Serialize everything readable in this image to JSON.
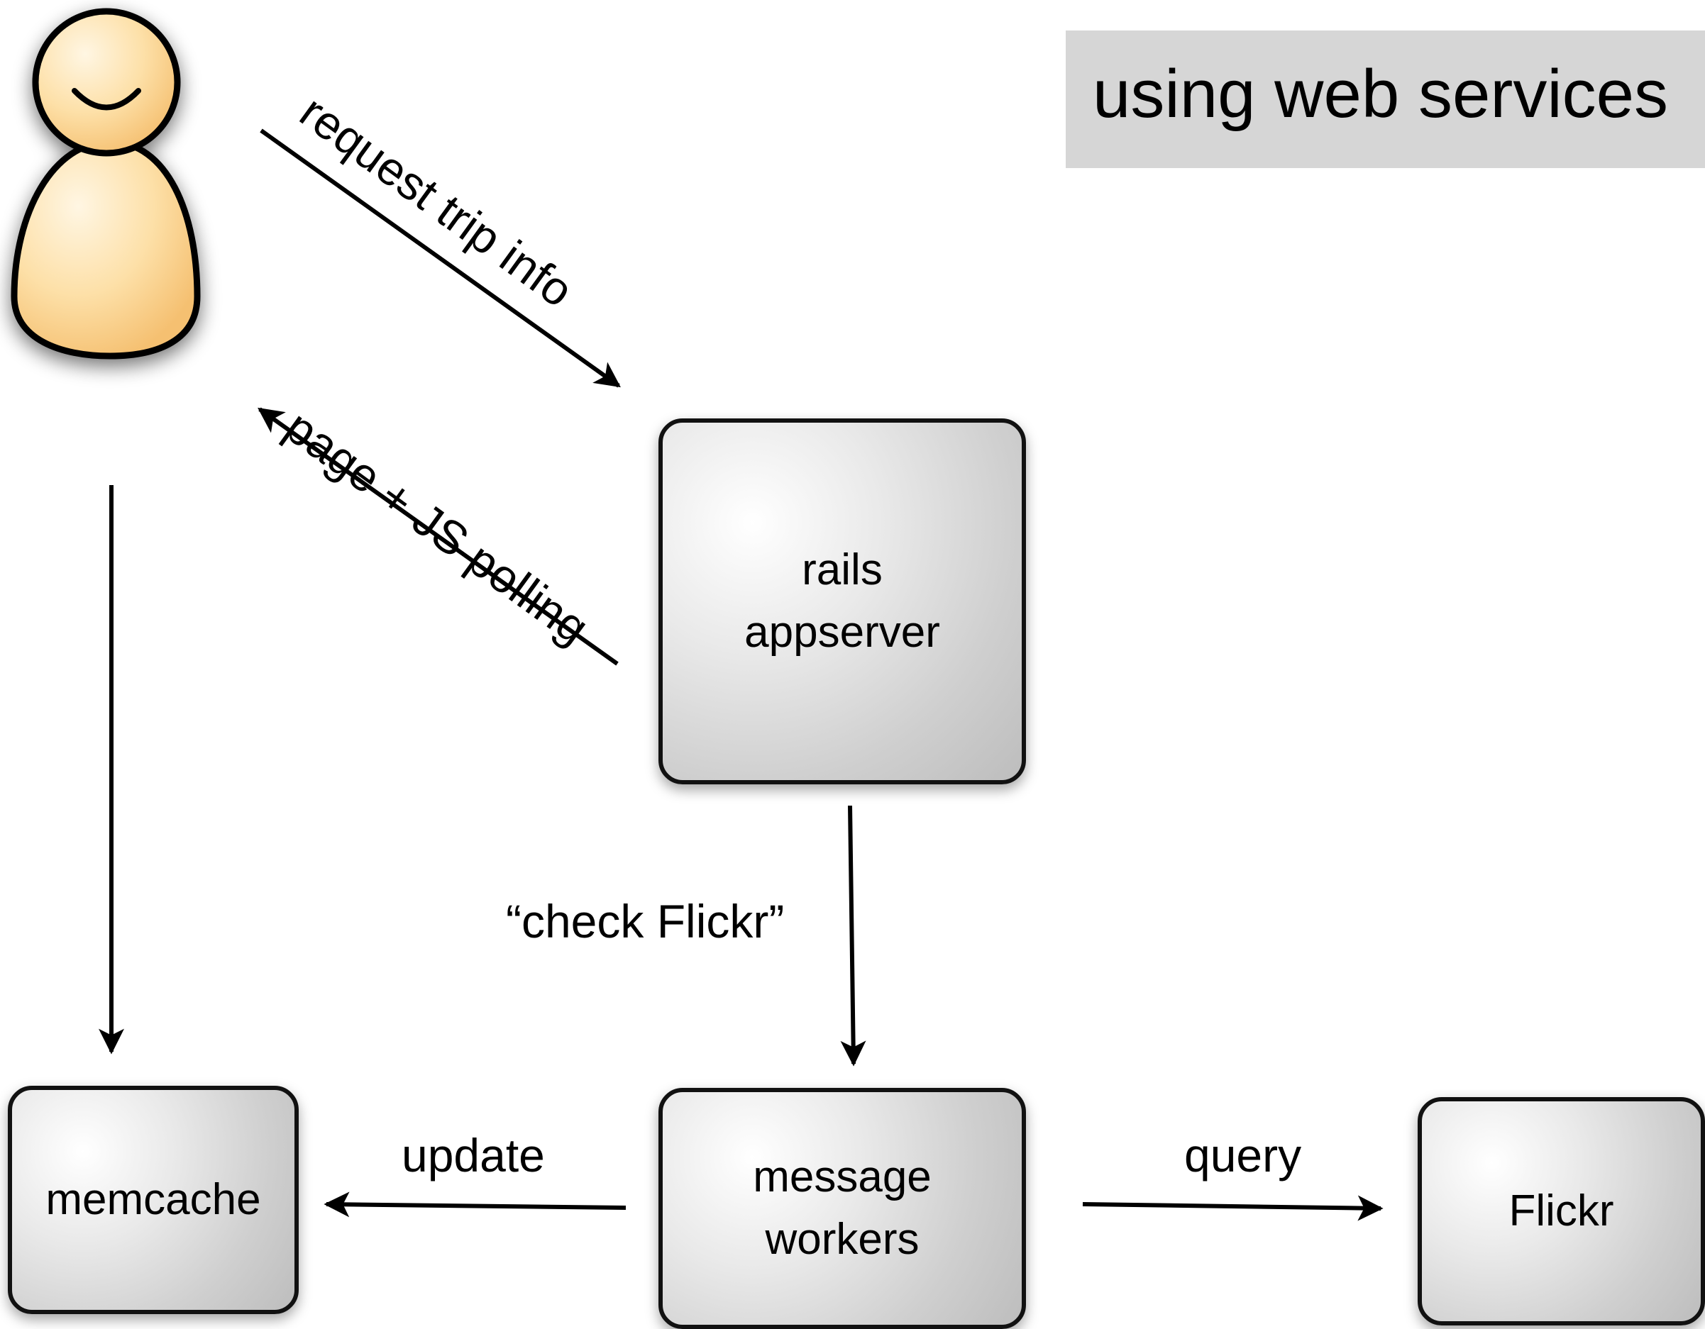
{
  "title": "using web services",
  "nodes": {
    "rails": "rails\nappserver",
    "memcache": "memcache",
    "workers": "message\nworkers",
    "flickr": "Flickr"
  },
  "edges": {
    "request": "request trip info",
    "page": "page + JS polling",
    "check": "“check Flickr”",
    "update": "update",
    "query": "query"
  },
  "icons": {
    "user": "user-icon"
  }
}
